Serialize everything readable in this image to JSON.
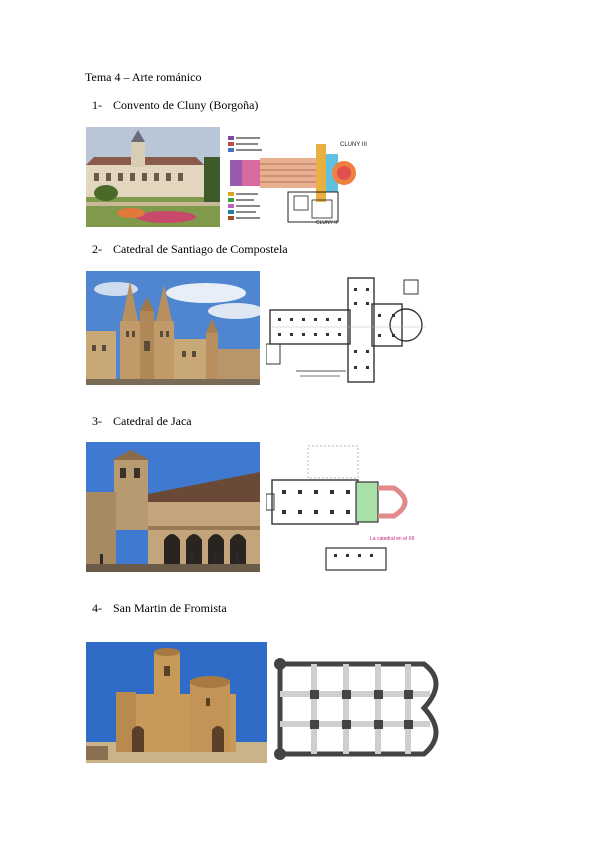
{
  "page_title": "Tema 4 – Arte románico",
  "sections": [
    {
      "number": "1-",
      "title": "Convento de Cluny (Borgoña)"
    },
    {
      "number": "2-",
      "title": "Catedral de Santiago de Compostela"
    },
    {
      "number": "3-",
      "title": "Catedral de Jaca"
    },
    {
      "number": "4-",
      "title": "San Martin de Fromista"
    }
  ],
  "figures": {
    "cluny_plan_label_main": "CLUNY III",
    "cluny_plan_label_secondary": "CLUNY II",
    "jaca_plan_caption": "La catedral en el XII"
  },
  "colors": {
    "sky": "#5a8fd0",
    "stone": "#c9a46a",
    "plan_dark": "#333333"
  }
}
